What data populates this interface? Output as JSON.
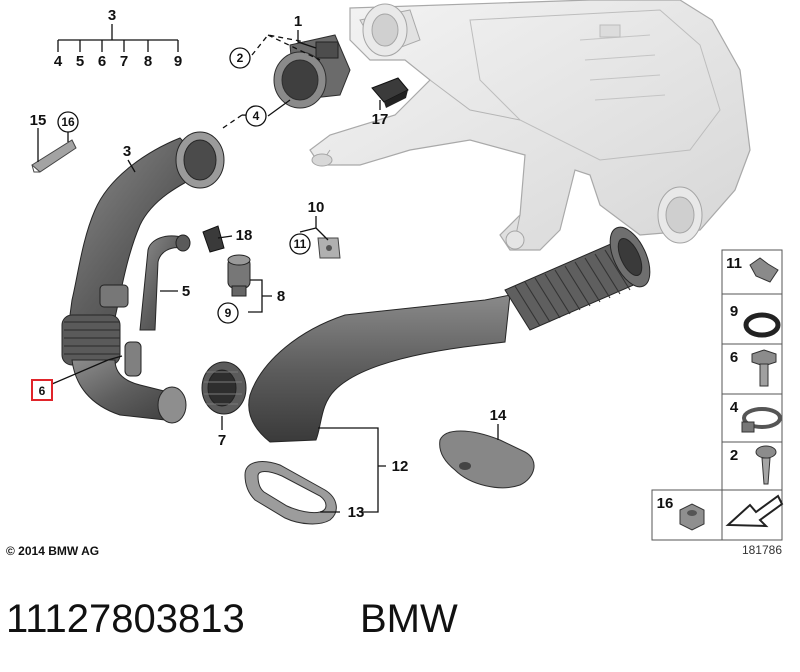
{
  "diagram": {
    "callouts": {
      "c1": "1",
      "c2": "2",
      "c3a": "3",
      "c3b": "3",
      "c4": "4",
      "c5": "5",
      "c6": "6",
      "c7": "7",
      "c8": "8",
      "c9": "9",
      "c10": "10",
      "c11": "11",
      "c12": "12",
      "c13": "13",
      "c14": "14",
      "c15": "15",
      "c16": "16",
      "c17": "17",
      "c18": "18"
    },
    "sub_items_3": [
      "4",
      "5",
      "6",
      "7",
      "8",
      "9"
    ],
    "legend": [
      "11",
      "9",
      "6",
      "4",
      "2",
      "16"
    ],
    "highlighted_callout": "6",
    "highlight_color": "#e0242a"
  },
  "footer": {
    "copyright": "© 2014 BMW AG",
    "image_number": "181786",
    "part_number": "11127803813",
    "brand": "BMW"
  }
}
